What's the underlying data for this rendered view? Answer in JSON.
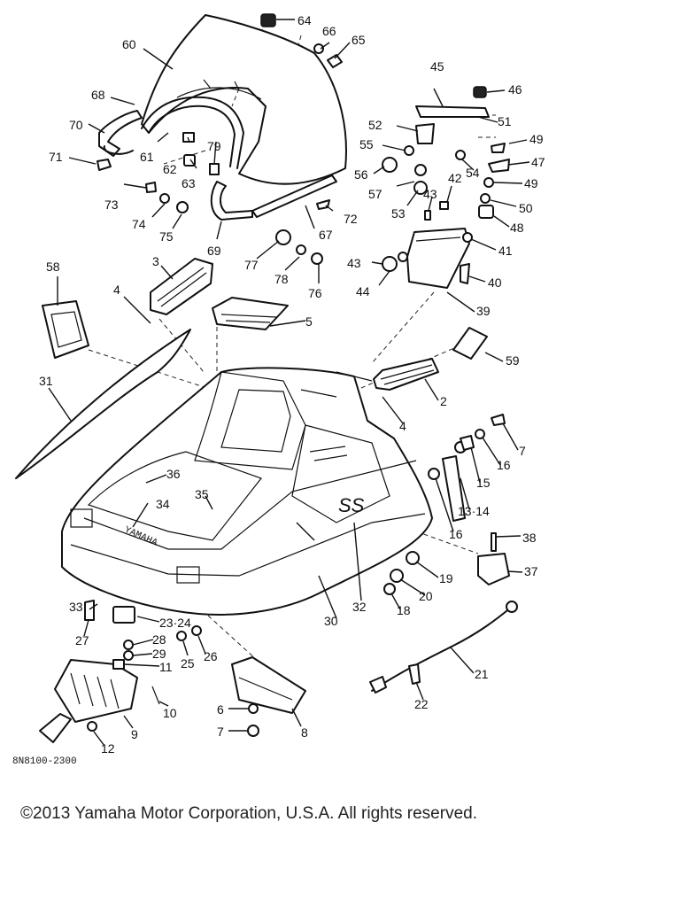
{
  "diagram": {
    "reference_code": "8N8100-2300",
    "callouts": {
      "c2": "2",
      "c3": "3",
      "c4a": "4",
      "c4b": "4",
      "c5": "5",
      "c6": "6",
      "c7a": "7",
      "c7b": "7",
      "c8": "8",
      "c9": "9",
      "c10": "10",
      "c11": "11",
      "c12": "12",
      "c1314": "13·14",
      "c15": "15",
      "c16a": "16",
      "c16b": "16",
      "c18": "18",
      "c19": "19",
      "c20": "20",
      "c21": "21",
      "c22": "22",
      "c2324": "23·24",
      "c25": "25",
      "c26": "26",
      "c27": "27",
      "c28": "28",
      "c29": "29",
      "c30": "30",
      "c31": "31",
      "c32": "32",
      "c33": "33",
      "c34": "34",
      "c35": "35",
      "c36": "36",
      "c37": "37",
      "c38": "38",
      "c39": "39",
      "c40": "40",
      "c41": "41",
      "c42": "42",
      "c43a": "43",
      "c43b": "43",
      "c44": "44",
      "c45": "45",
      "c46": "46",
      "c47": "47",
      "c48": "48",
      "c49a": "49",
      "c49b": "49",
      "c50": "50",
      "c51": "51",
      "c52": "52",
      "c53": "53",
      "c54": "54",
      "c55": "55",
      "c56": "56",
      "c57": "57",
      "c58": "58",
      "c59": "59",
      "c60": "60",
      "c61": "61",
      "c62": "62",
      "c63": "63",
      "c64": "64",
      "c65": "65",
      "c66": "66",
      "c67": "67",
      "c68": "68",
      "c69": "69",
      "c70": "70",
      "c71": "71",
      "c72": "72",
      "c73": "73",
      "c74": "74",
      "c75": "75",
      "c76": "76",
      "c77": "77",
      "c78": "78",
      "c79": "79"
    },
    "hood_text": "YAMAHA",
    "badge_text": "SS"
  },
  "footer": {
    "copyright": "©2013 Yamaha Motor Corporation, U.S.A. All rights reserved."
  }
}
